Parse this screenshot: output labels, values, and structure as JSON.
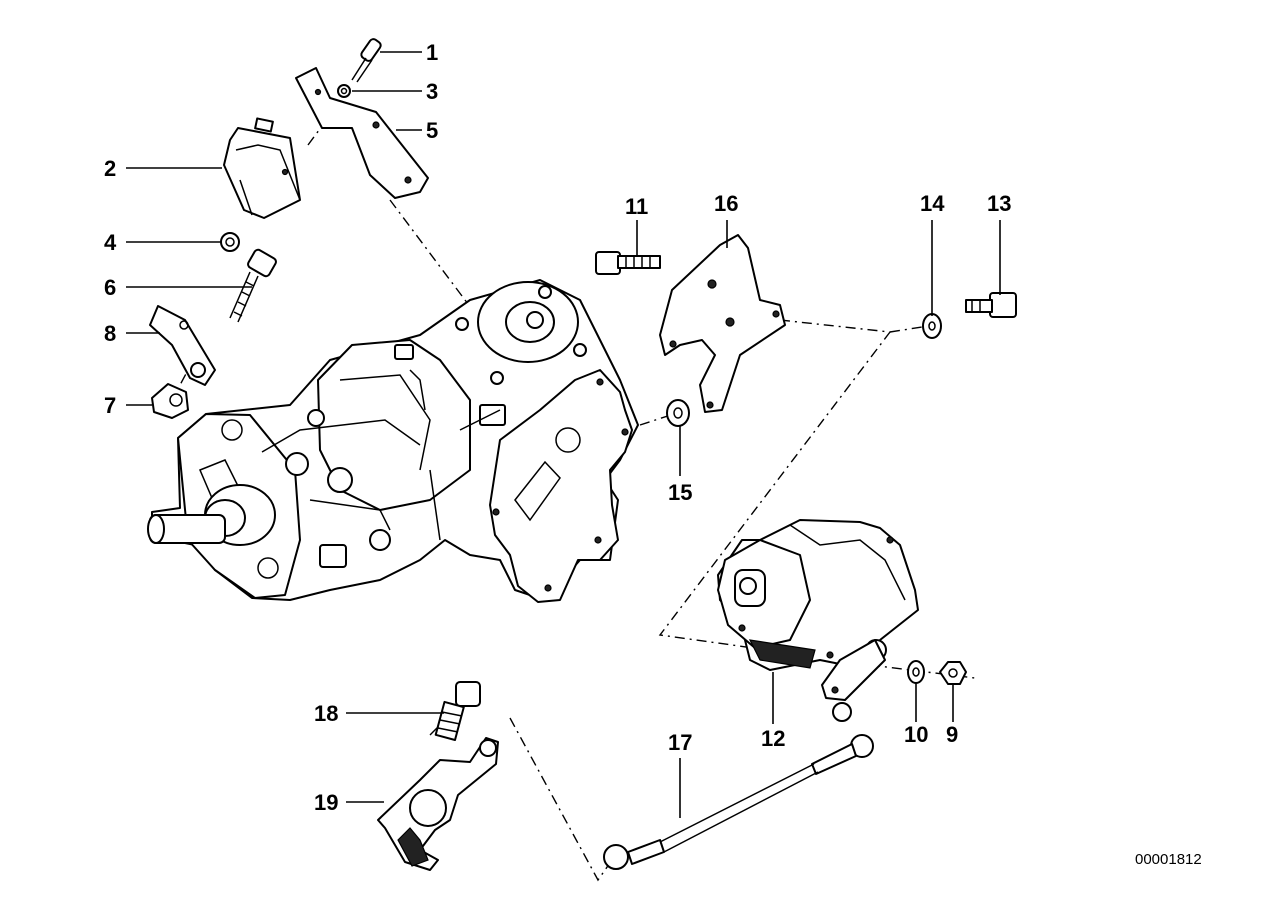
{
  "diagram": {
    "reference_number": "00001812",
    "callouts": [
      {
        "id": "c1",
        "label": "1"
      },
      {
        "id": "c2",
        "label": "2"
      },
      {
        "id": "c3",
        "label": "3"
      },
      {
        "id": "c4",
        "label": "4"
      },
      {
        "id": "c5",
        "label": "5"
      },
      {
        "id": "c6",
        "label": "6"
      },
      {
        "id": "c7",
        "label": "7"
      },
      {
        "id": "c8",
        "label": "8"
      },
      {
        "id": "c9",
        "label": "9"
      },
      {
        "id": "c10",
        "label": "10"
      },
      {
        "id": "c11",
        "label": "11"
      },
      {
        "id": "c12",
        "label": "12"
      },
      {
        "id": "c13",
        "label": "13"
      },
      {
        "id": "c14",
        "label": "14"
      },
      {
        "id": "c15",
        "label": "15"
      },
      {
        "id": "c16",
        "label": "16"
      },
      {
        "id": "c17",
        "label": "17"
      },
      {
        "id": "c18",
        "label": "18"
      },
      {
        "id": "c19",
        "label": "19"
      }
    ]
  }
}
